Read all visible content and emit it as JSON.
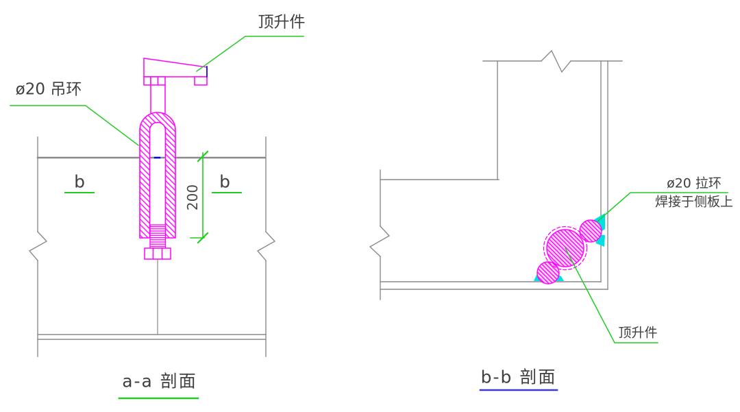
{
  "drawing": {
    "background": "#ffffff",
    "colors": {
      "line_gray": "#8a8a8a",
      "text_gray": "#404040",
      "part_magenta": "#ff00ff",
      "annotation_green": "#22cc22",
      "weld_cyan": "#00e0e0",
      "accent_blue": "#0000ee",
      "title_underline_blue": "#3a3ad0"
    },
    "left_section": {
      "title": "a-a 剖面",
      "labels": {
        "jacking_piece": "顶升件",
        "lifting_ring": "ø20 吊环",
        "section_marker_left": "b",
        "section_marker_right": "b",
        "dimension_value": "200"
      }
    },
    "right_section": {
      "title": "b-b 剖面",
      "labels": {
        "pull_ring_line1": "ø20 拉环",
        "pull_ring_line2": "焊接于侧板上",
        "jacking_piece": "顶升件"
      }
    }
  }
}
